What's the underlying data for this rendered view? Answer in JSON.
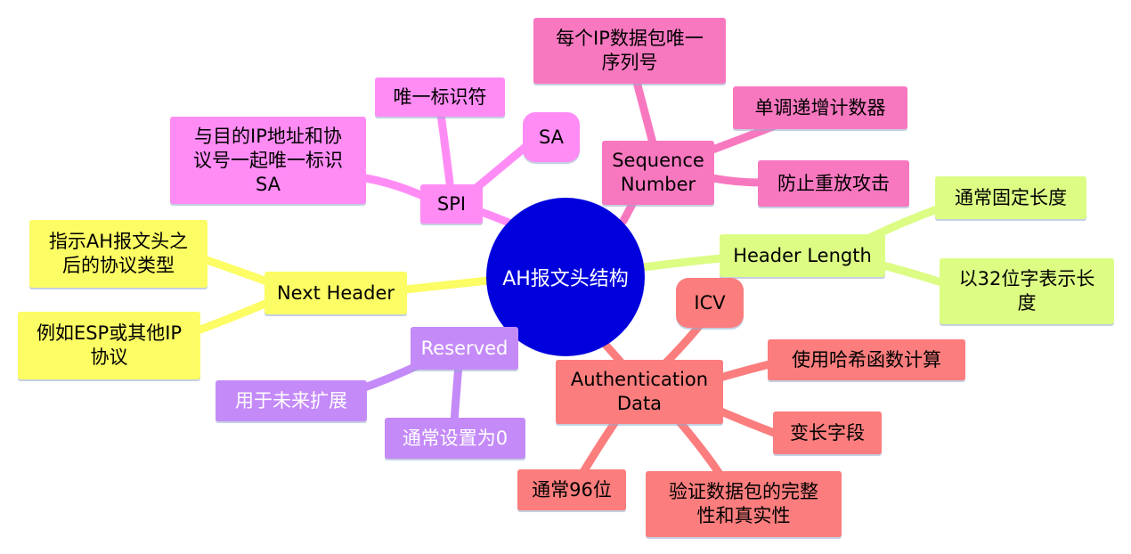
{
  "center": "AH报文头结构",
  "colors": {
    "center": "#0000dd",
    "spi": "#ff8cf5",
    "sequence": "#f878c0",
    "header_length": "#dcfc84",
    "next_header": "#fcfc64",
    "reserved": "#c48af8",
    "auth": "#fb7d7d"
  },
  "spi": {
    "label": "SPI",
    "children": [
      "SA",
      "唯一标识符",
      "与目的IP地址和协\n议号一起唯一标识\nSA"
    ]
  },
  "sequence": {
    "label": "Sequence\nNumber",
    "children": [
      "每个IP数据包唯一\n序列号",
      "单调递增计数器",
      "防止重放攻击"
    ]
  },
  "header_length": {
    "label": "Header Length",
    "children": [
      "通常固定长度",
      "以32位字表示长\n度"
    ]
  },
  "next_header": {
    "label": "Next Header",
    "children": [
      "指示AH报文头之\n后的协议类型",
      "例如ESP或其他IP\n协议"
    ]
  },
  "reserved": {
    "label": "Reserved",
    "children": [
      "用于未来扩展",
      "通常设置为0"
    ]
  },
  "auth": {
    "label": "Authentication\nData",
    "children": [
      "ICV",
      "使用哈希函数计算",
      "变长字段",
      "验证数据包的完整\n性和真实性",
      "通常96位"
    ]
  }
}
